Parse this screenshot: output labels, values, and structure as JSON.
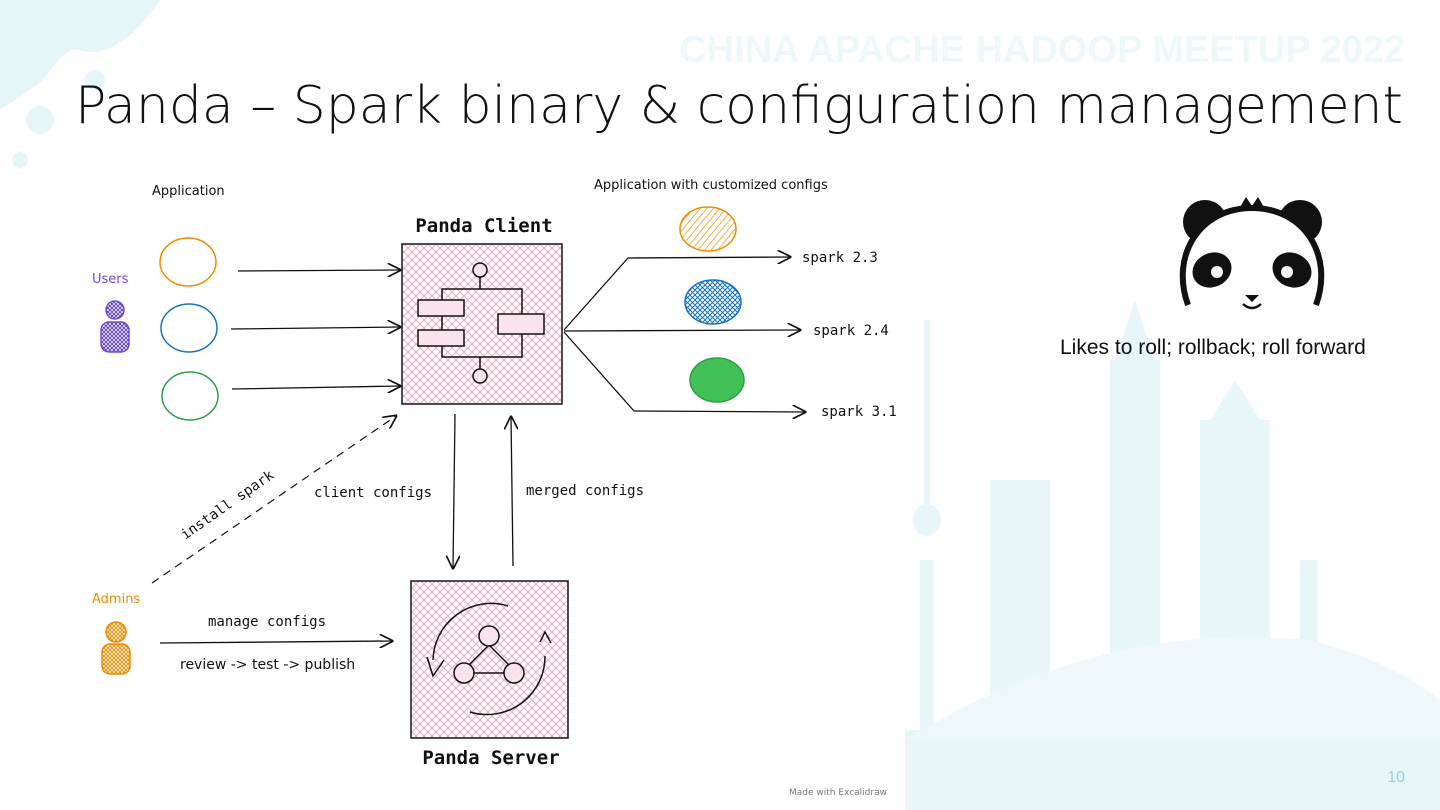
{
  "slide": {
    "title": "Panda – Spark binary & configuration management",
    "watermark": "CHINA APACHE HADOOP MEETUP 2022",
    "page_number": "10",
    "panda_caption": "Likes to roll; rollback; roll forward",
    "footer_credit": "Made with Excalidraw"
  },
  "diagram": {
    "application_label": "Application",
    "customized_label": "Application with customized configs",
    "users_label": "Users",
    "admins_label": "Admins",
    "client_title": "Panda Client",
    "server_title": "Panda Server",
    "install_spark": "install spark",
    "client_configs": "client configs",
    "merged_configs": "merged configs",
    "manage_configs": "manage configs",
    "review_flow": "review -> test -> publish",
    "spark_versions": [
      "spark 2.3",
      "spark 2.4",
      "spark 3.1"
    ]
  },
  "colors": {
    "orange": "#f08c00",
    "blue": "#1971c2",
    "green": "#2f9e44",
    "green_fill": "#40c057",
    "purple": "#7048e8",
    "pink_box": "#e64980",
    "panda_black": "#111111",
    "skyline": "#e6f5f8"
  }
}
